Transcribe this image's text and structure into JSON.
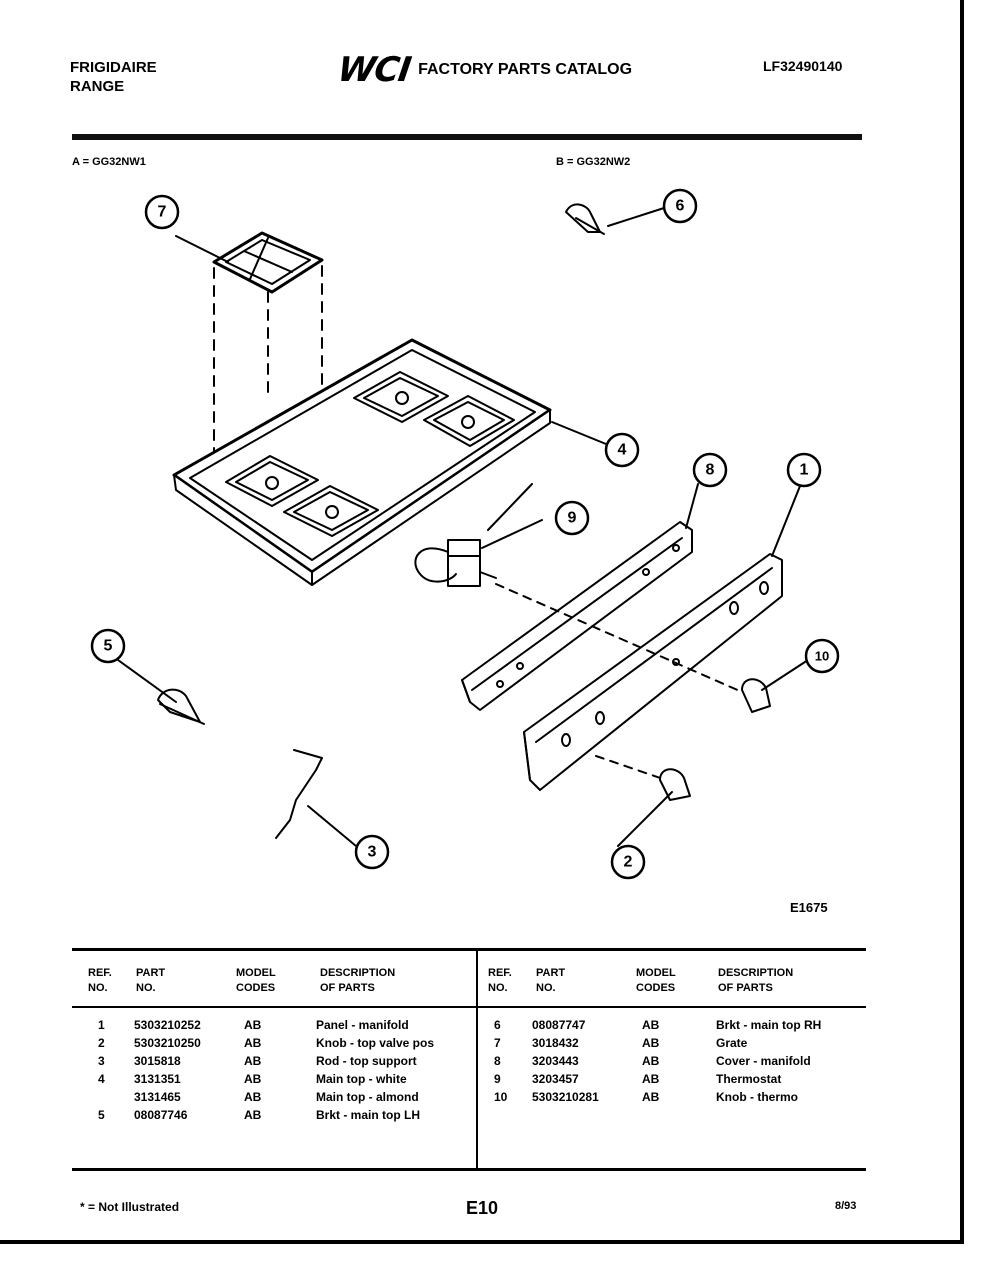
{
  "header": {
    "brand_line1": "FRIGIDAIRE",
    "brand_line2": "RANGE",
    "logo": "WCI",
    "catalog_title": "FACTORY PARTS CATALOG",
    "catalog_number": "LF32490140"
  },
  "models": {
    "a": "A = GG32NW1",
    "b": "B = GG32NW2"
  },
  "diagram": {
    "figure_number": "E1675",
    "callouts": [
      "1",
      "2",
      "3",
      "4",
      "5",
      "6",
      "7",
      "8",
      "9",
      "10"
    ]
  },
  "table": {
    "headers": {
      "ref_l1": "REF.",
      "ref_l2": "NO.",
      "part_l1": "PART",
      "part_l2": "NO.",
      "model_l1": "MODEL",
      "model_l2": "CODES",
      "desc_l1": "DESCRIPTION",
      "desc_l2": "OF PARTS"
    },
    "left": {
      "ref": [
        "1",
        "2",
        "3",
        "4",
        "",
        "5"
      ],
      "part": [
        "5303210252",
        "5303210250",
        "3015818",
        "3131351",
        "3131465",
        "08087746"
      ],
      "model": [
        "AB",
        "AB",
        "AB",
        "AB",
        "AB",
        "AB"
      ],
      "desc": [
        "Panel - manifold",
        "Knob - top valve pos",
        "Rod - top support",
        "Main top - white",
        "Main top - almond",
        "Brkt - main top LH"
      ]
    },
    "right": {
      "ref": [
        "6",
        "7",
        "8",
        "9",
        "10"
      ],
      "part": [
        "08087747",
        "3018432",
        "3203443",
        "3203457",
        "5303210281"
      ],
      "model": [
        "AB",
        "AB",
        "AB",
        "AB",
        "AB"
      ],
      "desc": [
        "Brkt - main top RH",
        "Grate",
        "Cover - manifold",
        "Thermostat",
        "Knob - thermo"
      ]
    }
  },
  "footer": {
    "footnote": "* = Not Illustrated",
    "page_number": "E10",
    "date": "8/93"
  }
}
